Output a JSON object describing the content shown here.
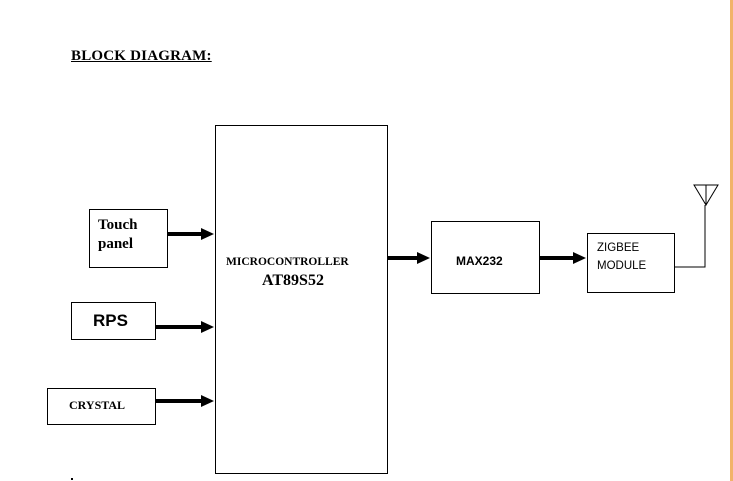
{
  "title": "BLOCK DIAGRAM:",
  "blocks": {
    "touch_panel": {
      "line1": "Touch",
      "line2": "panel"
    },
    "rps": {
      "label": "RPS"
    },
    "crystal": {
      "label": "CRYSTAL"
    },
    "microcontroller": {
      "line1": "MICROCONTROLLER",
      "line2": "AT89S52"
    },
    "max232": {
      "label": "MAX232"
    },
    "zigbee": {
      "line1": "ZIGBEE",
      "line2": "MODULE"
    }
  },
  "connections": [
    {
      "from": "Touch panel",
      "to": "MICROCONTROLLER"
    },
    {
      "from": "RPS",
      "to": "MICROCONTROLLER"
    },
    {
      "from": "CRYSTAL",
      "to": "MICROCONTROLLER"
    },
    {
      "from": "MICROCONTROLLER",
      "to": "MAX232"
    },
    {
      "from": "MAX232",
      "to": "ZIGBEE MODULE"
    },
    {
      "from": "ZIGBEE MODULE",
      "to": "antenna"
    }
  ],
  "colors": {
    "line": "#000000",
    "page_edge": "#f2b36a"
  }
}
